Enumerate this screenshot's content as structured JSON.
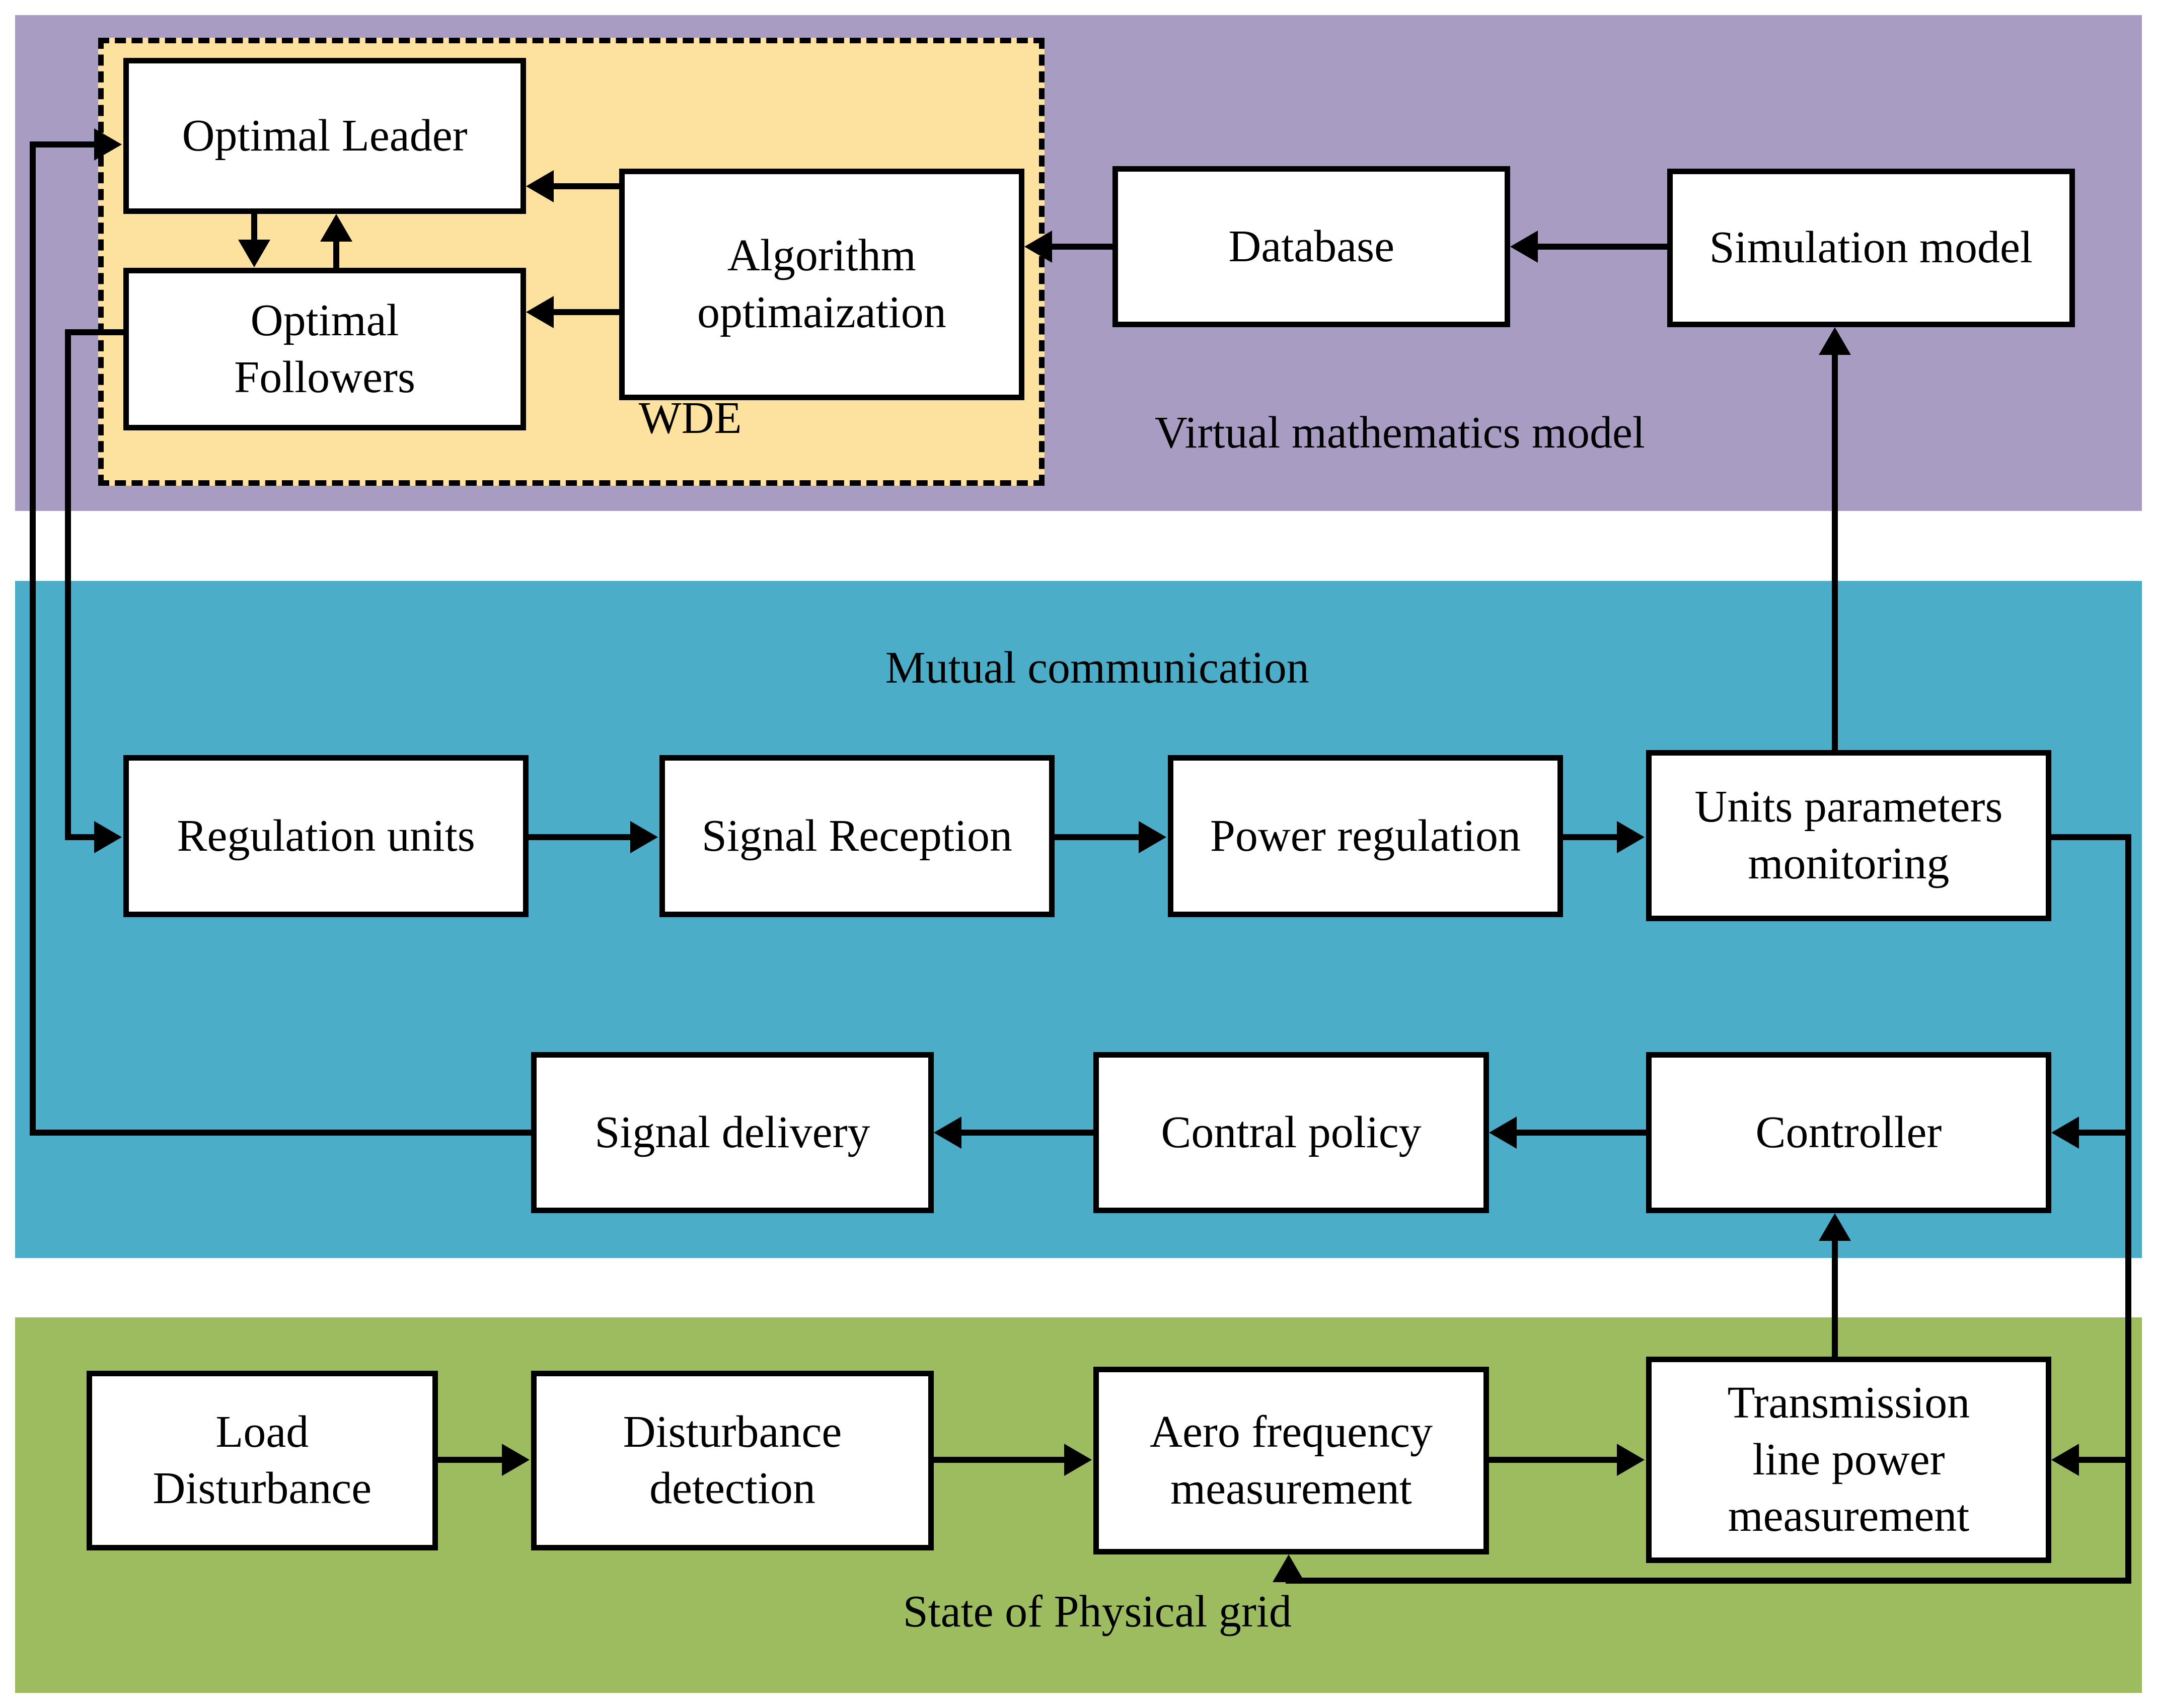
{
  "colors": {
    "band_purple": "#a99cc2",
    "band_teal": "#4badc7",
    "band_green": "#9cbc5f",
    "wde_fill": "#fce29e",
    "node_fill": "#ffffff",
    "line": "#000000"
  },
  "bands": {
    "virtual": {
      "label": "Virtual mathematics model"
    },
    "communication": {
      "label": "Mutual communication"
    },
    "physical": {
      "label": "State of Physical grid"
    }
  },
  "wde": {
    "label": "WDE"
  },
  "nodes": {
    "optimal_leader": {
      "label": "Optimal Leader"
    },
    "optimal_followers": {
      "label": "Optimal\nFollowers"
    },
    "algorithm_optimization": {
      "label": "Algorithm\noptimaization"
    },
    "database": {
      "label": "Database"
    },
    "simulation_model": {
      "label": "Simulation model"
    },
    "regulation_units": {
      "label": "Regulation units"
    },
    "signal_reception": {
      "label": "Signal Reception"
    },
    "power_regulation": {
      "label": "Power regulation"
    },
    "units_parameters_monitoring": {
      "label": "Units parameters\nmonitoring"
    },
    "signal_delivery": {
      "label": "Signal delivery"
    },
    "contral_policy": {
      "label": "Contral policy"
    },
    "controller": {
      "label": "Controller"
    },
    "load_disturbance": {
      "label": "Load\nDisturbance"
    },
    "disturbance_detection": {
      "label": "Disturbance\ndetection"
    },
    "aero_frequency_measurement": {
      "label": "Aero frequency\nmeasurement"
    },
    "transmission_line_power_measurement": {
      "label": "Transmission\nline power\nmeasurement"
    }
  },
  "edges": [
    {
      "from": "algorithm_optimization",
      "to": "optimal_leader"
    },
    {
      "from": "algorithm_optimization",
      "to": "optimal_followers"
    },
    {
      "from": "optimal_leader",
      "to": "optimal_followers"
    },
    {
      "from": "optimal_followers",
      "to": "optimal_leader"
    },
    {
      "from": "database",
      "to": "algorithm_optimization"
    },
    {
      "from": "simulation_model",
      "to": "database"
    },
    {
      "from": "units_parameters_monitoring",
      "to": "simulation_model"
    },
    {
      "from": "signal_delivery",
      "to": "optimal_leader"
    },
    {
      "from": "optimal_followers",
      "to": "regulation_units"
    },
    {
      "from": "regulation_units",
      "to": "signal_reception"
    },
    {
      "from": "signal_reception",
      "to": "power_regulation"
    },
    {
      "from": "power_regulation",
      "to": "units_parameters_monitoring"
    },
    {
      "from": "units_parameters_monitoring",
      "to": "controller"
    },
    {
      "from": "controller",
      "to": "contral_policy"
    },
    {
      "from": "contral_policy",
      "to": "signal_delivery"
    },
    {
      "from": "load_disturbance",
      "to": "disturbance_detection"
    },
    {
      "from": "disturbance_detection",
      "to": "aero_frequency_measurement"
    },
    {
      "from": "aero_frequency_measurement",
      "to": "transmission_line_power_measurement"
    },
    {
      "from": "transmission_line_power_measurement",
      "to": "controller"
    },
    {
      "from": "units_parameters_monitoring",
      "to": "transmission_line_power_measurement"
    },
    {
      "from": "units_parameters_monitoring",
      "to": "aero_frequency_measurement"
    }
  ]
}
